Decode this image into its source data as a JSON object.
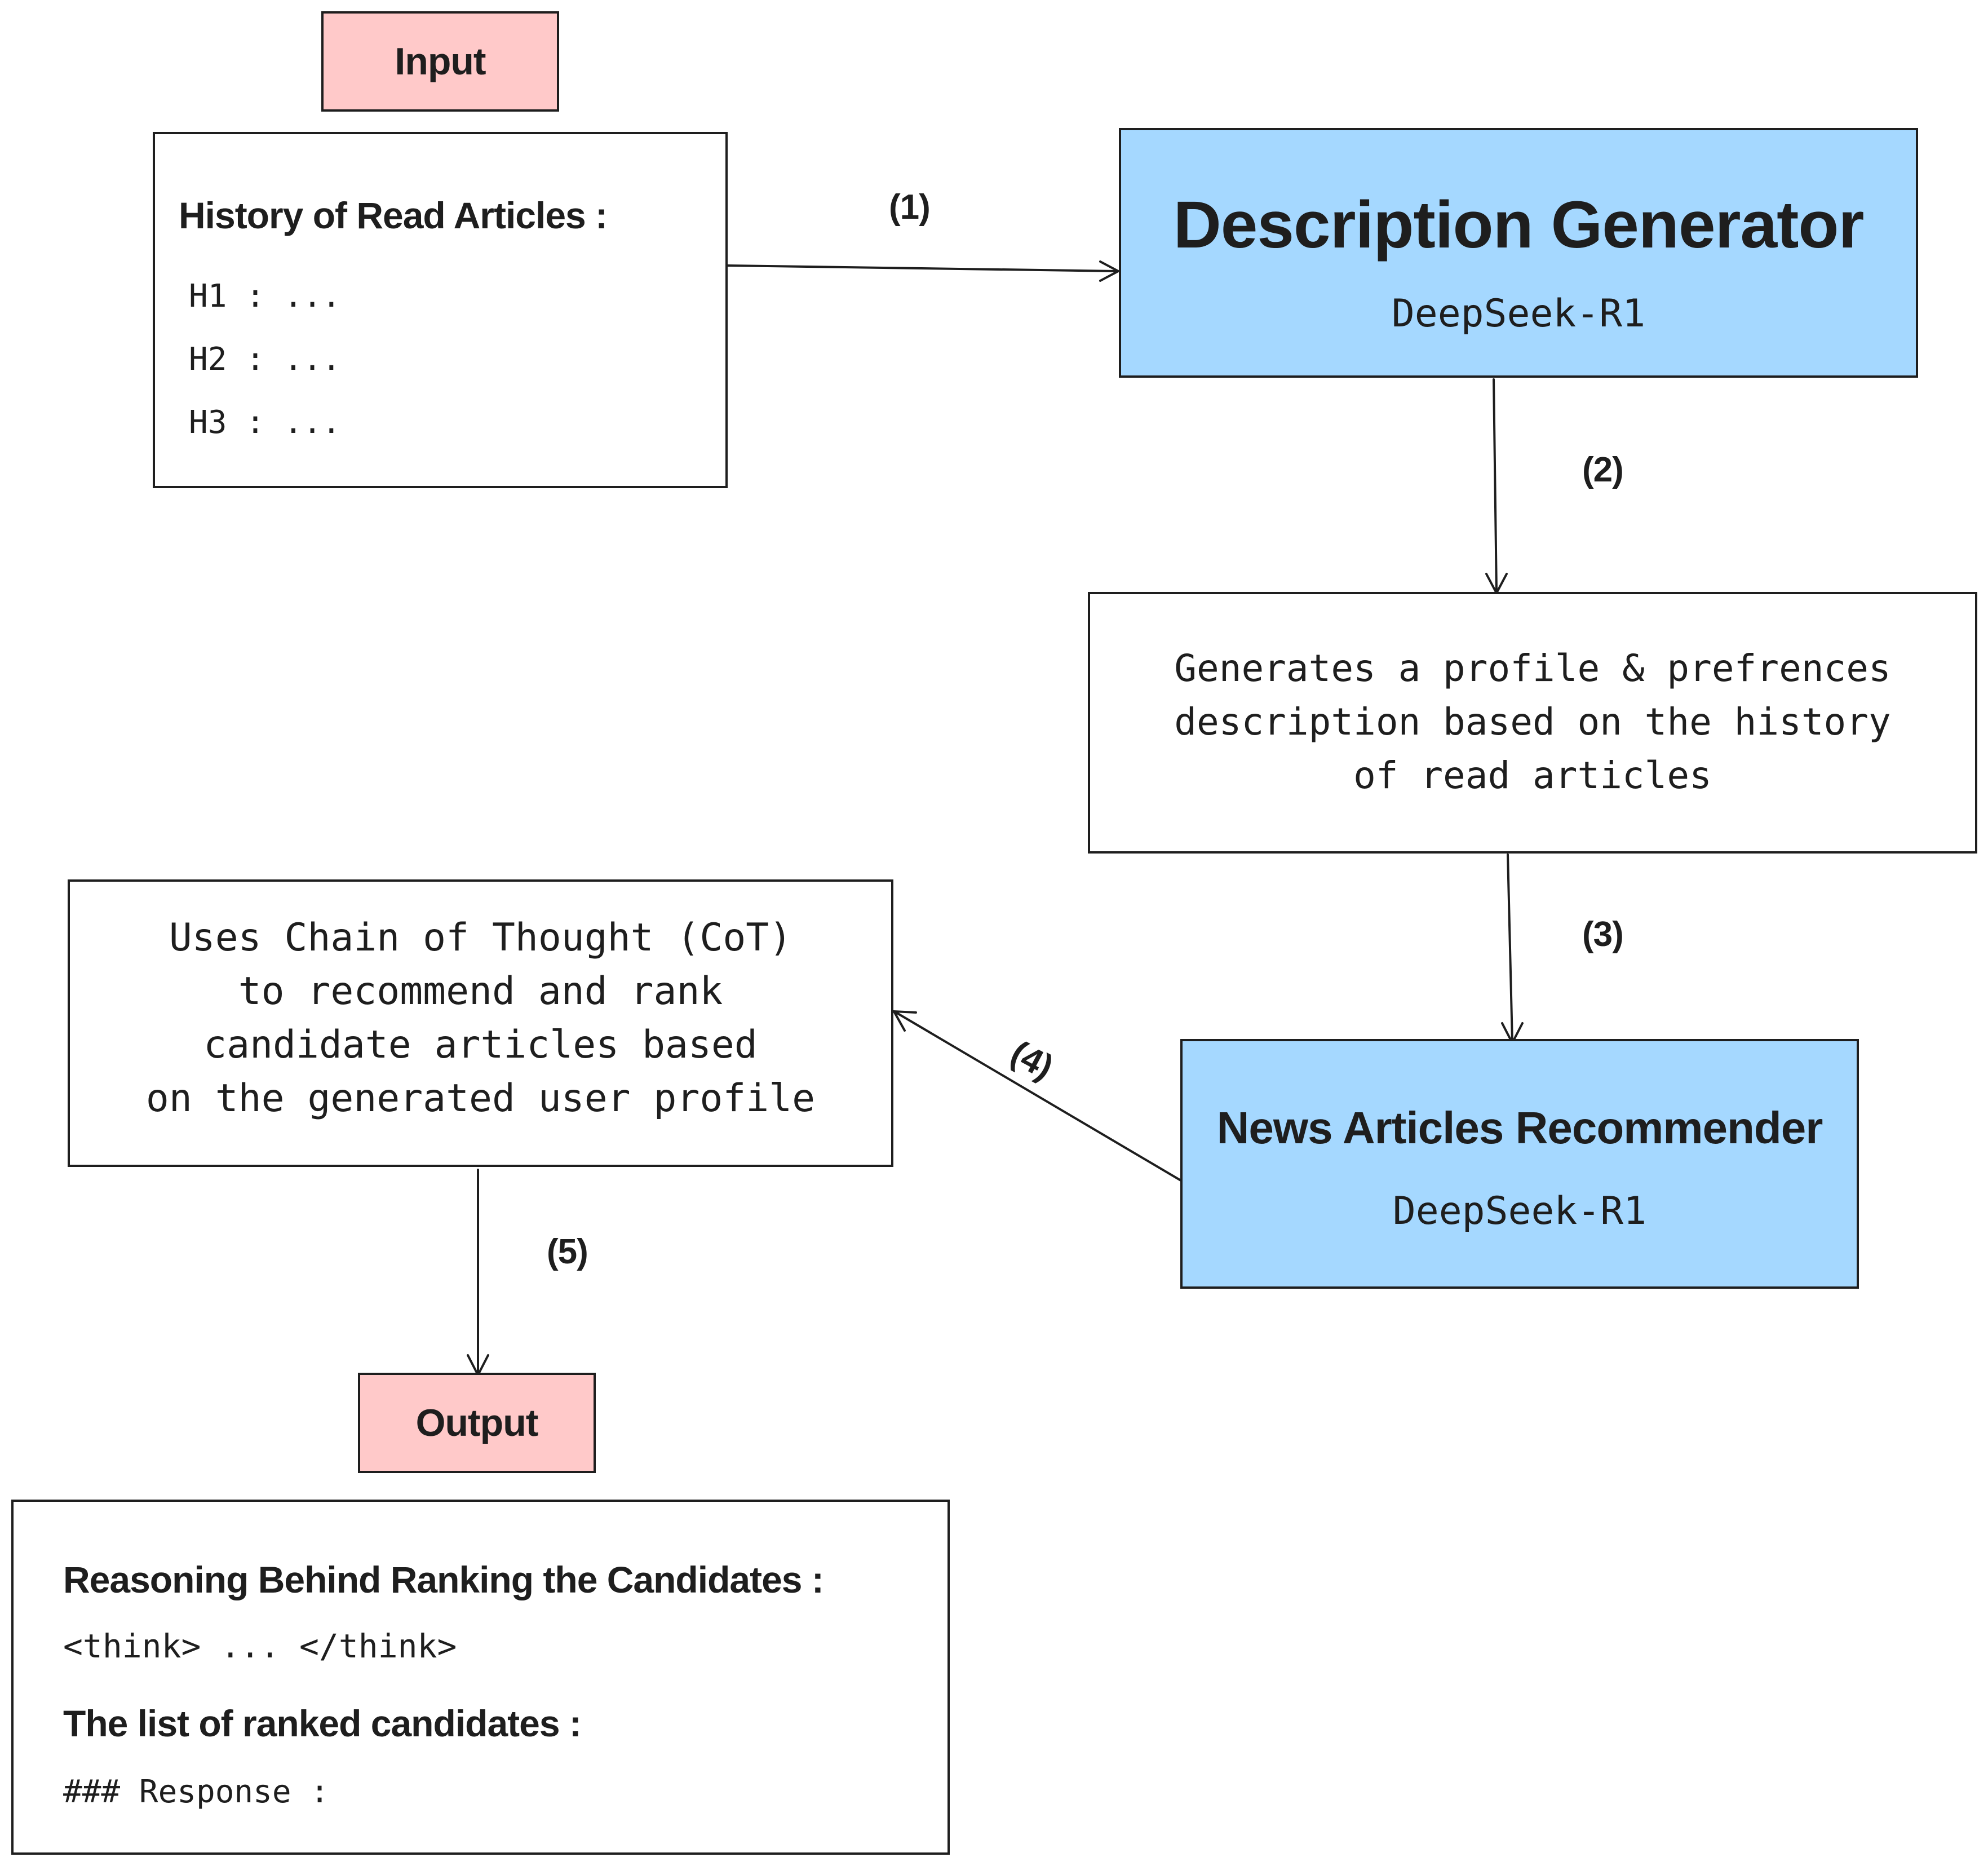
{
  "input": {
    "label": "Input",
    "title": "History  of Read Articles :",
    "items": [
      "H1 : ...",
      "H2 : ...",
      "H3 : ..."
    ]
  },
  "description_generator": {
    "title": "Description Generator",
    "model": "DeepSeek-R1"
  },
  "profile_step": {
    "lines": [
      "Generates a profile & prefrences",
      "description based on the history",
      "of read articles"
    ]
  },
  "recommender": {
    "title": "News Articles Recommender",
    "model": "DeepSeek-R1"
  },
  "cot_step": {
    "lines": [
      "Uses Chain of Thought (CoT)",
      "to recommend and rank",
      "candidate articles based",
      "on the generated user profile"
    ]
  },
  "output": {
    "label": "Output",
    "reasoning_title": "Reasoning Behind  Ranking the Candidates :",
    "reasoning_value": "<think> ... </think>",
    "list_title": "The list of ranked candidates :",
    "list_value": "### Response :"
  },
  "steps": [
    "(1)",
    "(2)",
    "(3)",
    "(4)",
    "(5)"
  ]
}
